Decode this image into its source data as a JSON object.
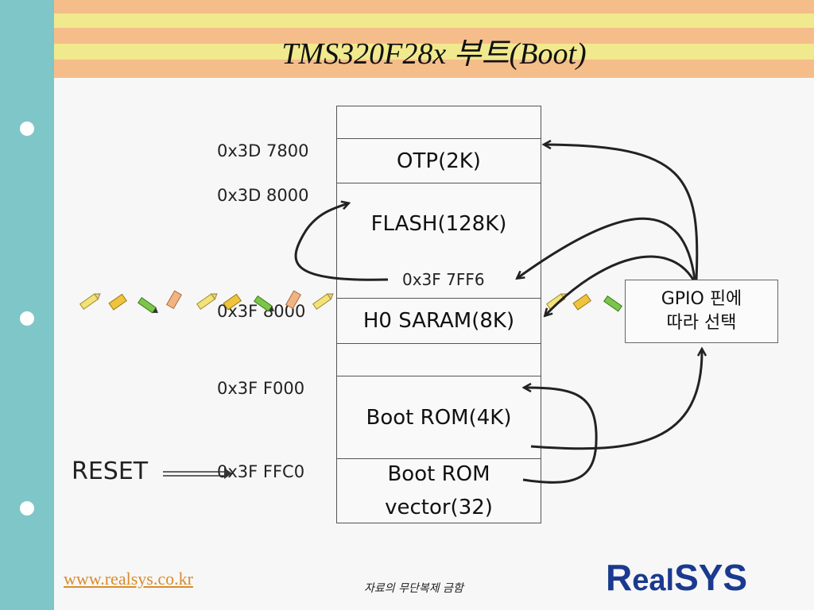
{
  "slide": {
    "title": "TMS320F28x 부트(Boot)"
  },
  "memory_map": {
    "addresses": [
      {
        "label": "0x3D 7800"
      },
      {
        "label": "0x3D 8000"
      },
      {
        "label": "0x3F 8000"
      },
      {
        "label": "0x3F F000"
      },
      {
        "label": "0x3F FFC0"
      }
    ],
    "blocks": [
      {
        "label": ""
      },
      {
        "label": "OTP(2K)"
      },
      {
        "label": "FLASH(128K)"
      },
      {
        "label": "H0 SARAM(8K)"
      },
      {
        "label": ""
      },
      {
        "label": "Boot ROM(4K)"
      },
      {
        "label": "Boot ROM\nvector(32)"
      }
    ],
    "flash_inner_address": "0x3F 7FF6"
  },
  "gpio_box": {
    "line1": "GPIO 핀에",
    "line2": "따라 선택"
  },
  "reset_label": "RESET",
  "footer": {
    "url": "www.realsys.co.kr",
    "notice": "자료의 무단복제 금함",
    "logo_part1": "R",
    "logo_part2": "eal",
    "logo_part3": "SYS"
  },
  "colors": {
    "sidebar": "#7fc6c8",
    "stripe_orange": "#f5bd8a",
    "stripe_yellow": "#f1e98e",
    "logo_blue": "#1a3a8f"
  }
}
